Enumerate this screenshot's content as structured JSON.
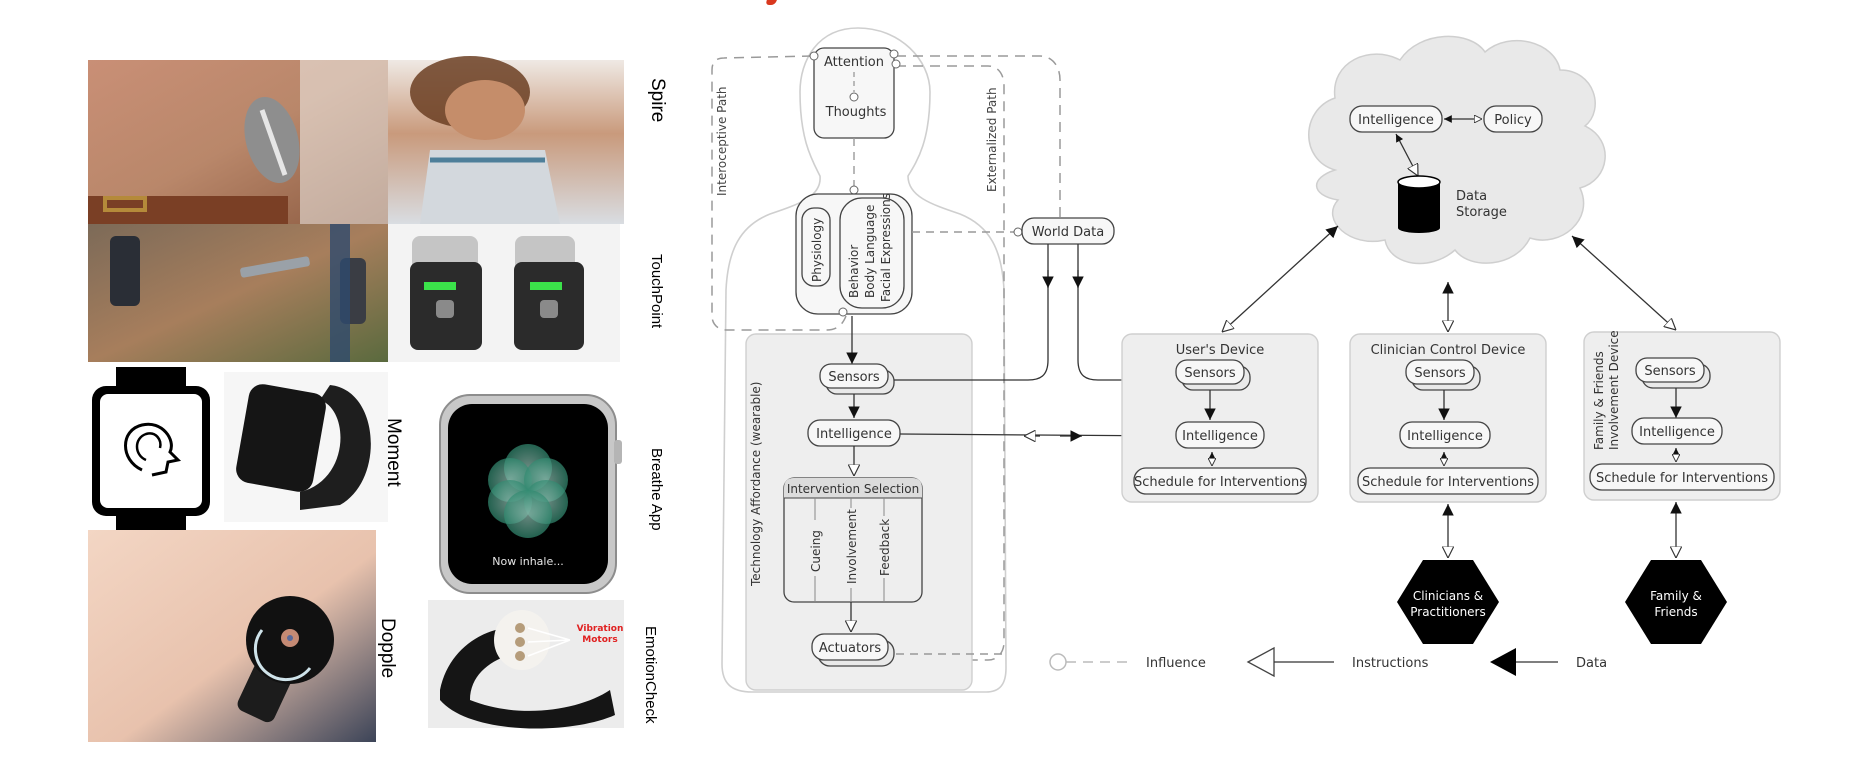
{
  "title_fragment_color": "#d9381e",
  "products": [
    {
      "name": "Spire"
    },
    {
      "name": "TouchPoint"
    },
    {
      "name": "Moment"
    },
    {
      "name": "Breathe App",
      "screen_text": "Now inhale..."
    },
    {
      "name": "Dopple"
    },
    {
      "name": "EmotionCheck",
      "annotation": "Vibration Motors",
      "annotation_lines": [
        "Vibration",
        "Motors"
      ]
    }
  ],
  "diagram": {
    "paths": {
      "interoceptive": "Interoceptive Path",
      "externalized": "Externalized Path"
    },
    "head": {
      "attention": "Attention",
      "thoughts": "Thoughts"
    },
    "body": {
      "physiology": "Physiology",
      "behavior_lines": [
        "Behavior",
        "Body Language",
        "Facial Expressions"
      ]
    },
    "world_data": "World Data",
    "wearable": {
      "title": "Technology Affordance (wearable)",
      "sensors": "Sensors",
      "intelligence": "Intelligence",
      "intervention_selection": "Intervention Selection",
      "interventions": [
        "Cueing",
        "Involvement",
        "Feedback"
      ],
      "actuators": "Actuators"
    },
    "cloud": {
      "intelligence": "Intelligence",
      "policy": "Policy",
      "storage_lines": [
        "Data",
        "Storage"
      ]
    },
    "devices": [
      {
        "title": "User's Device",
        "sensors": "Sensors",
        "intelligence": "Intelligence",
        "schedule": "Schedule for Interventions"
      },
      {
        "title": "Clinician Control Device",
        "sensors": "Sensors",
        "intelligence": "Intelligence",
        "schedule": "Schedule for Interventions"
      },
      {
        "title_lines": [
          "Family & Friends",
          "Involvement Device"
        ],
        "sensors": "Sensors",
        "intelligence": "Intelligence",
        "schedule": "Schedule for Interventions"
      }
    ],
    "actors": [
      {
        "lines": [
          "Clinicians &",
          "Practitioners"
        ]
      },
      {
        "lines": [
          "Family &",
          "Friends"
        ]
      }
    ],
    "legend": {
      "influence": "Influence",
      "instructions": "Instructions",
      "data": "Data"
    }
  }
}
